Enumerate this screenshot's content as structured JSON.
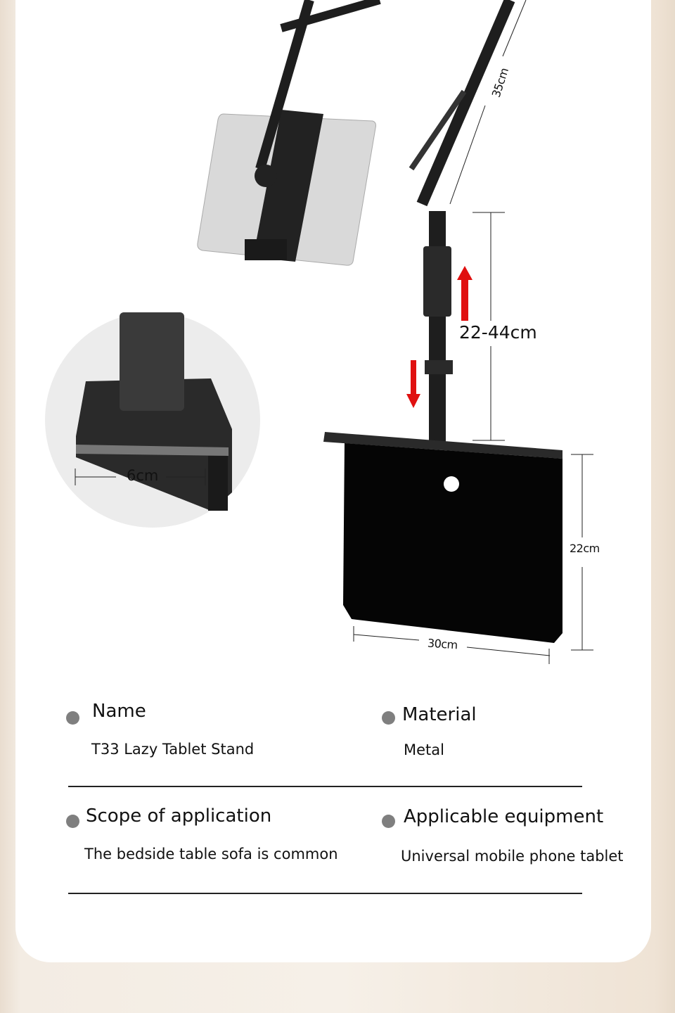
{
  "dimensions": {
    "arm_length": "35cm",
    "height_range": "22-44cm",
    "clamp_depth": "6cm",
    "clamp_height": "22cm",
    "clamp_width": "30cm"
  },
  "specs": [
    {
      "label": "Name",
      "value": "T33 Lazy Tablet Stand"
    },
    {
      "label": "Material",
      "value": "Metal"
    },
    {
      "label": "Scope of application",
      "value": "The bedside table sofa is common"
    },
    {
      "label": "Applicable equipment",
      "value": "Universal mobile phone tablet"
    }
  ],
  "colors": {
    "arrow": "#e01010",
    "bullet": "#7f7f7f",
    "product": "#1a1a1a"
  }
}
